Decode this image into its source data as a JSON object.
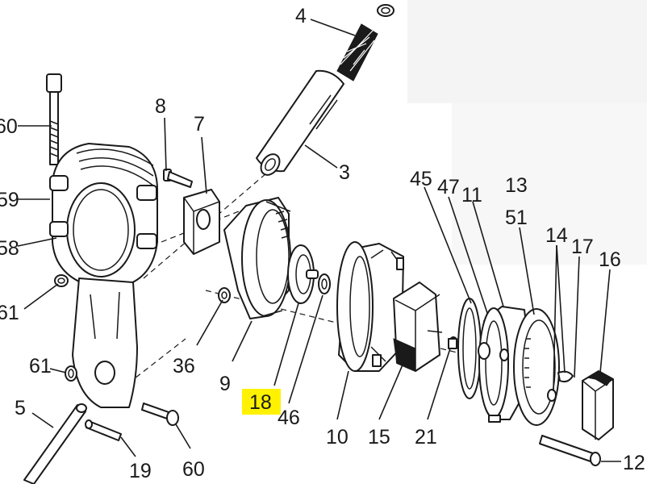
{
  "highlight_color": "#fff200",
  "line_color": "#1a1a1a",
  "labels": {
    "l4": "4",
    "l60a": "60",
    "l8": "8",
    "l7": "7",
    "l3": "3",
    "l59": "59",
    "l58": "58",
    "l45": "45",
    "l47": "47",
    "l11": "11",
    "l13": "13",
    "l51": "51",
    "l14": "14",
    "l17": "17",
    "l16": "16",
    "l61a": "61",
    "l36": "36",
    "l61b": "61",
    "l9": "9",
    "l18": "18",
    "l46": "46",
    "l10": "10",
    "l15": "15",
    "l21": "21",
    "l5": "5",
    "l19": "19",
    "l60b": "60",
    "l12": "12"
  }
}
